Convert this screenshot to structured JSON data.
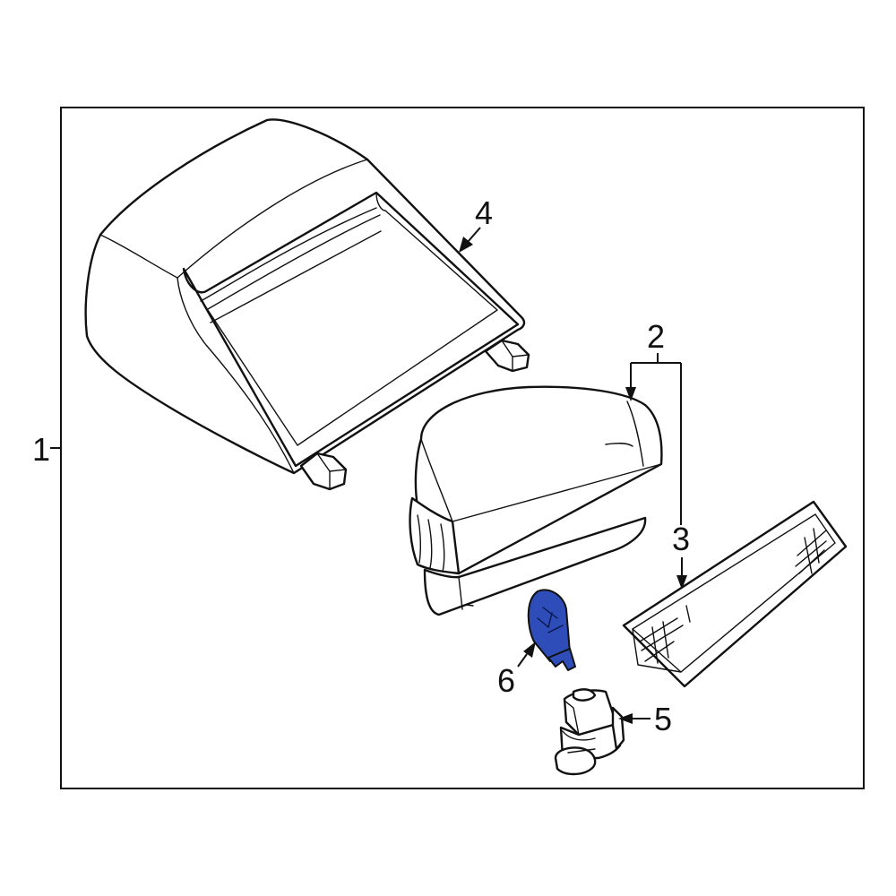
{
  "callouts": {
    "c1": "1",
    "c2": "2",
    "c3": "3",
    "c4": "4",
    "c5": "5",
    "c6": "6"
  },
  "highlight_color": "#2f4db8",
  "line_color": "#111111",
  "background_color": "#ffffff"
}
